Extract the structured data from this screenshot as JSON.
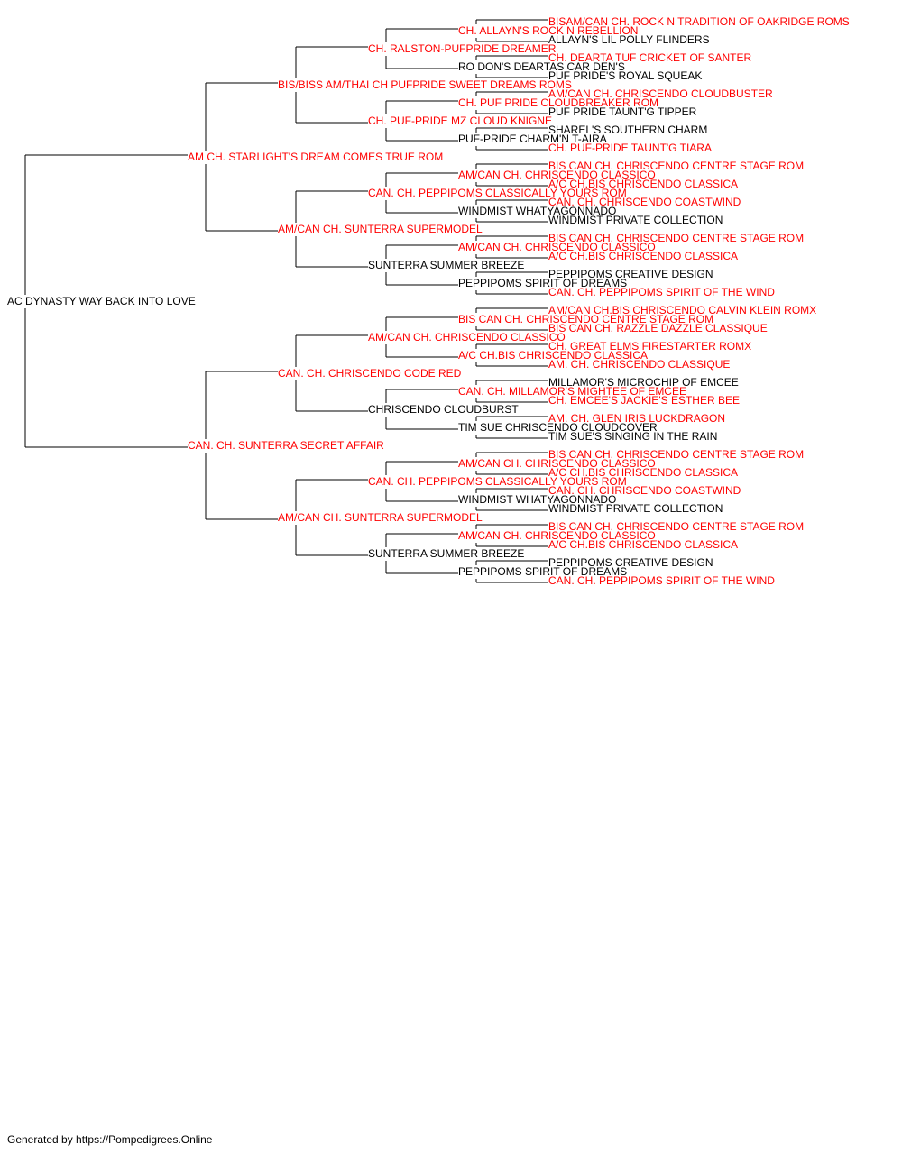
{
  "colors": {
    "champion": "#ff0000",
    "normal": "#000000",
    "line": "#000000"
  },
  "footer": "Generated by https://Pompedigrees.Online",
  "pedigree": {
    "name": "AC DYNASTY WAY BACK INTO LOVE",
    "ch": false,
    "sire": {
      "name": "AM CH. STARLIGHT'S DREAM COMES TRUE ROM",
      "ch": true,
      "sire": {
        "name": "BIS/BISS AM/THAI CH PUFPRIDE SWEET DREAMS ROMS",
        "ch": true,
        "sire": {
          "name": "CH. RALSTON-PUFPRIDE DREAMER",
          "ch": true,
          "sire": {
            "name": "CH. ALLAYN'S ROCK N REBELLION",
            "ch": true,
            "sire": {
              "name": "BISAM/CAN CH. ROCK N TRADITION OF OAKRIDGE ROMS",
              "ch": true
            },
            "dam": {
              "name": "ALLAYN'S LIL POLLY FLINDERS",
              "ch": false
            }
          },
          "dam": {
            "name": "RO DON'S DEARTAS CAR DEN'S",
            "ch": false,
            "sire": {
              "name": "CH. DEARTA TUF CRICKET OF SANTER",
              "ch": true
            },
            "dam": {
              "name": "PUF PRIDE'S ROYAL SQUEAK",
              "ch": false
            }
          }
        },
        "dam": {
          "name": "CH. PUF-PRIDE MZ CLOUD KNIGNE",
          "ch": true,
          "sire": {
            "name": "CH. PUF PRIDE CLOUDBREAKER ROM",
            "ch": true,
            "sire": {
              "name": "AM/CAN CH. CHRISCENDO CLOUDBUSTER",
              "ch": true
            },
            "dam": {
              "name": "PUF PRIDE TAUNT'G TIPPER",
              "ch": false
            }
          },
          "dam": {
            "name": "PUF-PRIDE CHARM'N T-AIRA",
            "ch": false,
            "sire": {
              "name": "SHAREL'S SOUTHERN CHARM",
              "ch": false
            },
            "dam": {
              "name": "CH. PUF-PRIDE TAUNT'G TIARA",
              "ch": true
            }
          }
        }
      },
      "dam": {
        "name": "AM/CAN CH. SUNTERRA SUPERMODEL",
        "ch": true,
        "sire": {
          "name": "CAN. CH. PEPPIPOMS CLASSICALLY YOURS ROM",
          "ch": true,
          "sire": {
            "name": "AM/CAN CH. CHRISCENDO CLASSICO",
            "ch": true,
            "sire": {
              "name": "BIS CAN CH. CHRISCENDO CENTRE STAGE ROM",
              "ch": true
            },
            "dam": {
              "name": "A/C CH.BIS CHRISCENDO CLASSICA",
              "ch": true
            }
          },
          "dam": {
            "name": "WINDMIST WHATYAGONNADO",
            "ch": false,
            "sire": {
              "name": "CAN. CH. CHRISCENDO COASTWIND",
              "ch": true
            },
            "dam": {
              "name": "WINDMIST PRIVATE COLLECTION",
              "ch": false
            }
          }
        },
        "dam": {
          "name": "SUNTERRA SUMMER BREEZE",
          "ch": false,
          "sire": {
            "name": "AM/CAN CH. CHRISCENDO CLASSICO",
            "ch": true,
            "sire": {
              "name": "BIS CAN CH. CHRISCENDO CENTRE STAGE ROM",
              "ch": true
            },
            "dam": {
              "name": "A/C CH.BIS CHRISCENDO CLASSICA",
              "ch": true
            }
          },
          "dam": {
            "name": "PEPPIPOMS SPIRIT OF DREAMS",
            "ch": false,
            "sire": {
              "name": "PEPPIPOMS CREATIVE DESIGN",
              "ch": false
            },
            "dam": {
              "name": "CAN. CH. PEPPIPOMS SPIRIT OF THE WIND",
              "ch": true
            }
          }
        }
      }
    },
    "dam": {
      "name": "CAN. CH. SUNTERRA SECRET AFFAIR",
      "ch": true,
      "sire": {
        "name": "CAN. CH. CHRISCENDO CODE RED",
        "ch": true,
        "sire": {
          "name": "AM/CAN CH. CHRISCENDO CLASSICO",
          "ch": true,
          "sire": {
            "name": "BIS CAN CH. CHRISCENDO CENTRE STAGE ROM",
            "ch": true,
            "sire": {
              "name": "AM/CAN CH.BIS CHRISCENDO CALVIN KLEIN ROMX",
              "ch": true
            },
            "dam": {
              "name": "BIS CAN CH. RAZZLE DAZZLE CLASSIQUE",
              "ch": true
            }
          },
          "dam": {
            "name": "A/C CH.BIS CHRISCENDO CLASSICA",
            "ch": true,
            "sire": {
              "name": "CH. GREAT ELMS FIRESTARTER ROMX",
              "ch": true
            },
            "dam": {
              "name": "AM. CH. CHRISCENDO CLASSIQUE",
              "ch": true
            }
          }
        },
        "dam": {
          "name": "CHRISCENDO CLOUDBURST",
          "ch": false,
          "sire": {
            "name": "CAN. CH. MILLAMOR'S MIGHTEE OF EMCEE",
            "ch": true,
            "sire": {
              "name": "MILLAMOR'S MICROCHIP OF EMCEE",
              "ch": false
            },
            "dam": {
              "name": "CH. EMCEE'S JACKIE'S ESTHER BEE",
              "ch": true
            }
          },
          "dam": {
            "name": "TIM SUE CHRISCENDO CLOUDCOVER",
            "ch": false,
            "sire": {
              "name": "AM. CH. GLEN IRIS LUCKDRAGON",
              "ch": true
            },
            "dam": {
              "name": "TIM SUE'S SINGING IN THE RAIN",
              "ch": false
            }
          }
        }
      },
      "dam": {
        "name": "AM/CAN CH. SUNTERRA SUPERMODEL",
        "ch": true,
        "sire": {
          "name": "CAN. CH. PEPPIPOMS CLASSICALLY YOURS ROM",
          "ch": true,
          "sire": {
            "name": "AM/CAN CH. CHRISCENDO CLASSICO",
            "ch": true,
            "sire": {
              "name": "BIS CAN CH. CHRISCENDO CENTRE STAGE ROM",
              "ch": true
            },
            "dam": {
              "name": "A/C CH.BIS CHRISCENDO CLASSICA",
              "ch": true
            }
          },
          "dam": {
            "name": "WINDMIST WHATYAGONNADO",
            "ch": false,
            "sire": {
              "name": "CAN. CH. CHRISCENDO COASTWIND",
              "ch": true
            },
            "dam": {
              "name": "WINDMIST PRIVATE COLLECTION",
              "ch": false
            }
          }
        },
        "dam": {
          "name": "SUNTERRA SUMMER BREEZE",
          "ch": false,
          "sire": {
            "name": "AM/CAN CH. CHRISCENDO CLASSICO",
            "ch": true,
            "sire": {
              "name": "BIS CAN CH. CHRISCENDO CENTRE STAGE ROM",
              "ch": true
            },
            "dam": {
              "name": "A/C CH.BIS CHRISCENDO CLASSICA",
              "ch": true
            }
          },
          "dam": {
            "name": "PEPPIPOMS SPIRIT OF DREAMS",
            "ch": false,
            "sire": {
              "name": "PEPPIPOMS CREATIVE DESIGN",
              "ch": false
            },
            "dam": {
              "name": "CAN. CH. PEPPIPOMS SPIRIT OF THE WIND",
              "ch": true
            }
          }
        }
      }
    }
  }
}
